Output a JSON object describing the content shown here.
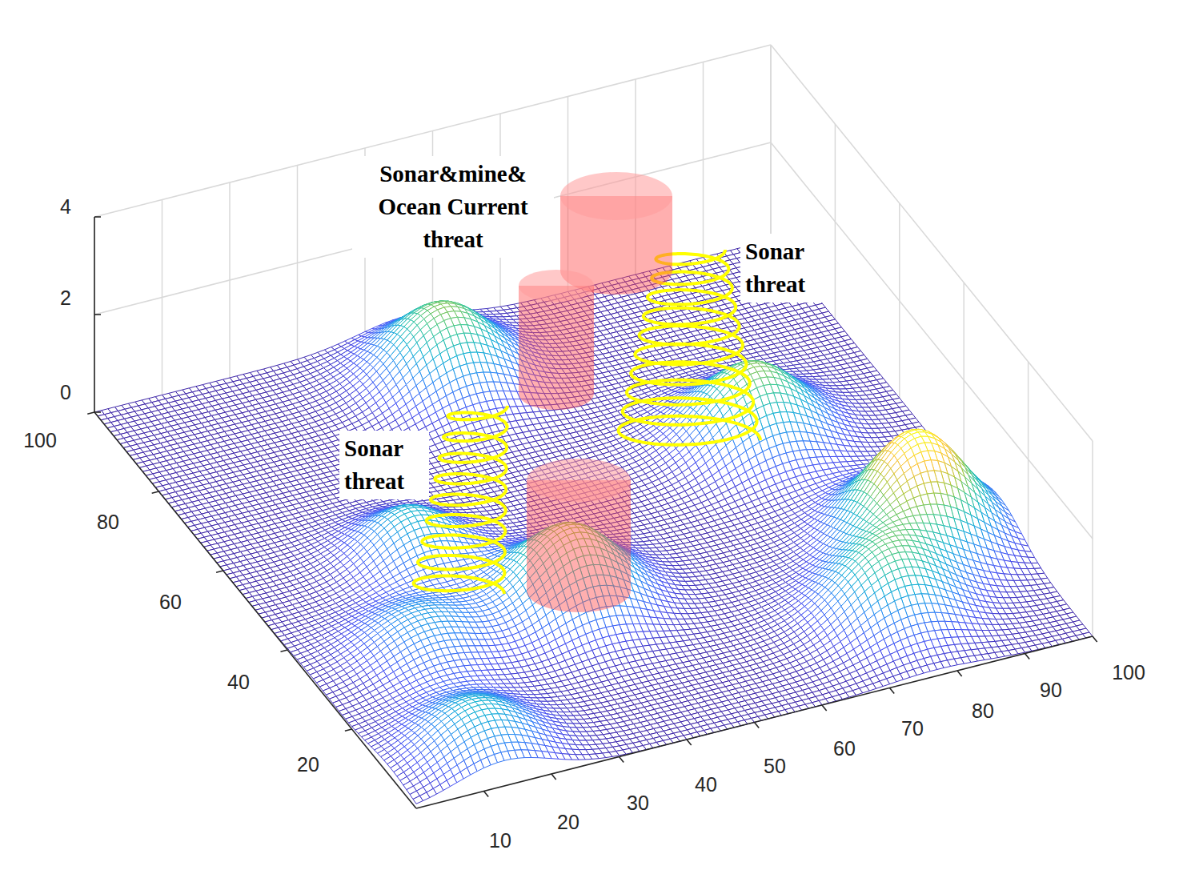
{
  "diagram": {
    "labels": [
      "Sonar&mine& Ocean Current threat",
      "Sonar threat",
      "Sonar threat",
      "4",
      "2",
      "0",
      "100",
      "80",
      "60",
      "40",
      "20",
      "10",
      "20",
      "30",
      "40",
      "50",
      "60",
      "70",
      "80",
      "90",
      "100"
    ]
  }
}
